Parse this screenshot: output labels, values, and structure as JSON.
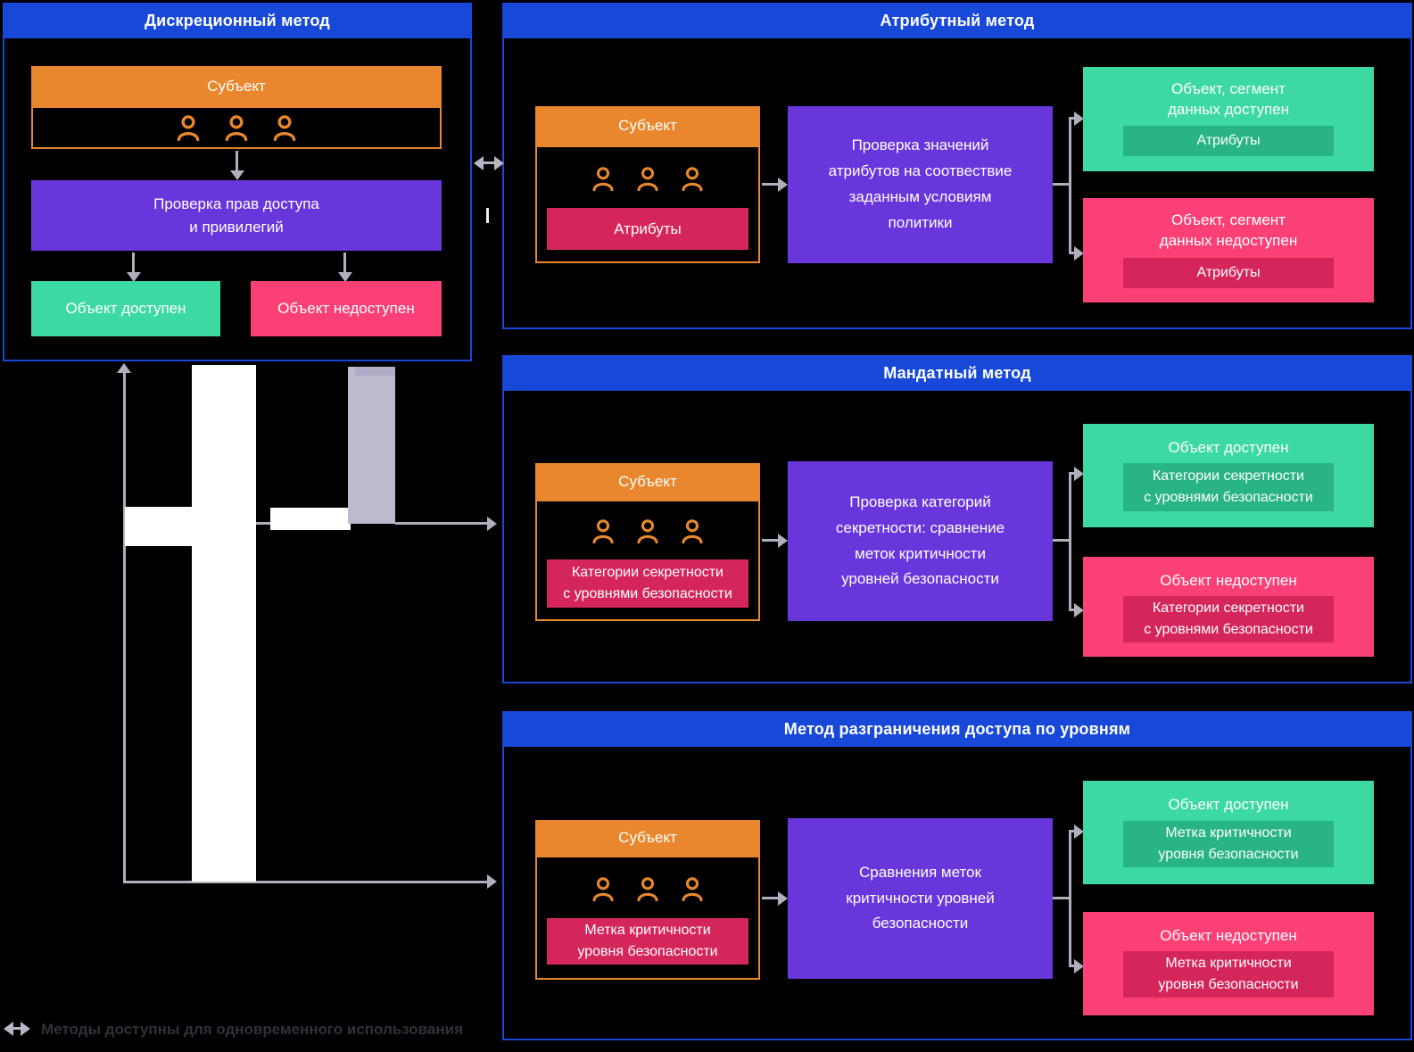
{
  "colors": {
    "background": "#000000",
    "panel_blue": "#1748D8",
    "subject_orange": "#E8872E",
    "process_purple": "#6936DC",
    "allowed_green": "#3DD9A2",
    "allowed_green_dark": "#29B583",
    "denied_pink": "#FB4075",
    "denied_pink_dark": "#D5265C",
    "arrow_gray": "#B0AFBC",
    "connector_lavender": "#BCBACE",
    "legend_text": "#30313B",
    "text_white": "#FFFFFF"
  },
  "legend": {
    "icon": "double-arrow-icon",
    "label": "Методы доступны для одновременного использования"
  },
  "panels": {
    "discretionary": {
      "title": "Дискреционный метод",
      "subject": {
        "label": "Субъект",
        "users_icon": "three-users-outline-icon"
      },
      "process_label": "Проверка прав доступа\nи привилегий",
      "result_allowed": {
        "label": "Объект доступен"
      },
      "result_denied": {
        "label": "Объект недоступен"
      }
    },
    "attribute": {
      "title": "Атрибутный метод",
      "subject": {
        "label": "Субъект",
        "users_icon": "three-users-outline-icon",
        "attribute_label": "Атрибуты"
      },
      "process_label": "Проверка значений\nатрибутов на соотвествие\nзаданным условиям\nполитики",
      "result_allowed": {
        "label": "Объект, сегмент\nданных доступен",
        "attribute_label": "Атрибуты"
      },
      "result_denied": {
        "label": "Объект, сегмент\nданных недоступен",
        "attribute_label": "Атрибуты"
      }
    },
    "mandatory": {
      "title": "Мандатный метод",
      "subject": {
        "label": "Субъект",
        "users_icon": "three-users-outline-icon",
        "attribute_label": "Категории секретности\nс уровнями безопасности"
      },
      "process_label": "Проверка категорий\nсекретности: сравнение\nметок критичности\nуровней безопасности",
      "result_allowed": {
        "label": "Объект доступен",
        "attribute_label": "Категории секретности\nс уровнями безопасности"
      },
      "result_denied": {
        "label": "Объект недоступен",
        "attribute_label": "Категории секретности\nс уровнями безопасности"
      }
    },
    "levels": {
      "title": "Метод разграничения доступа по уровням",
      "subject": {
        "label": "Субъект",
        "users_icon": "three-users-outline-icon",
        "attribute_label": "Метка критичности\nуровня безопасности"
      },
      "process_label": "Сравнения меток\nкритичности уровней\nбезопасности",
      "result_allowed": {
        "label": "Объект доступен",
        "attribute_label": "Метка критичности\nуровня безопасности"
      },
      "result_denied": {
        "label": "Объект недоступен",
        "attribute_label": "Метка критичности\nуровня безопасности"
      }
    }
  }
}
